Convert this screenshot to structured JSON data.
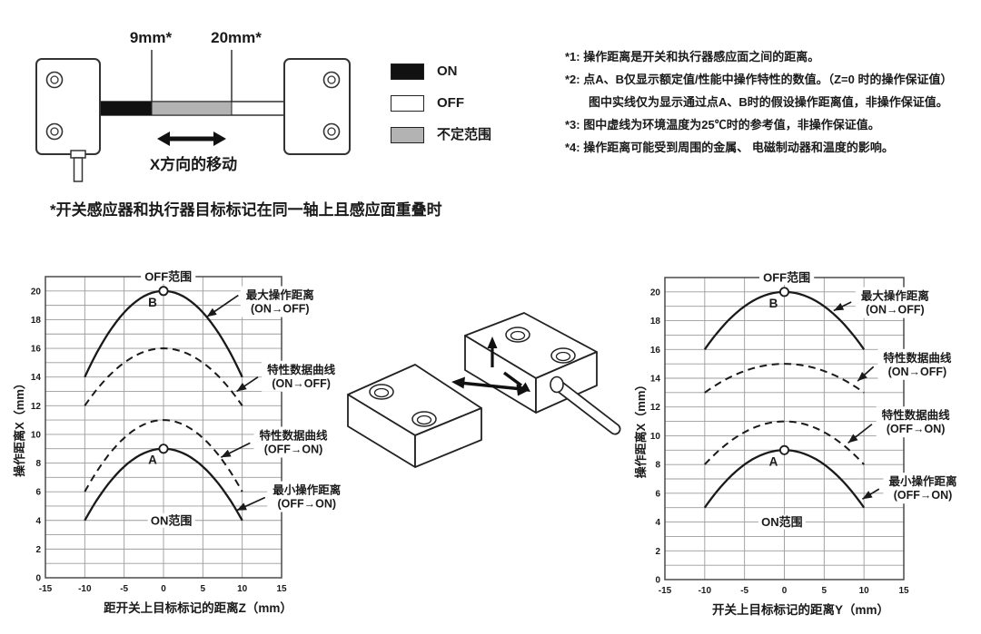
{
  "colors": {
    "ink": "#1a1a1a",
    "grid": "#9b9b9b",
    "plot_border": "#4a4a4a",
    "gray_fill": "#b3b3b3",
    "on_fill": "#111111",
    "off_fill": "#ffffff"
  },
  "top_diagram": {
    "label_9mm": "9mm*",
    "label_20mm": "20mm*",
    "axis_label": "X方向的移动",
    "note": "*开关感应器和执行器目标标记在同一轴上且感应面重叠时"
  },
  "legend": {
    "items": [
      {
        "label": "ON",
        "color": "#111111"
      },
      {
        "label": "OFF",
        "color": "#ffffff"
      },
      {
        "label": "不定范围",
        "color": "#b3b3b3"
      }
    ]
  },
  "footnotes": {
    "lines": [
      {
        "text": "*1: 操作距离是开关和执行器感应面之间的距离。"
      },
      {
        "text": "*2: 点A、B仅显示额定值/性能中操作特性的数值。（Z=0 时的操作保证值）"
      },
      {
        "text": "图中实线仅为显示通过点A、B时的假设操作距离值，非操作保证值。"
      },
      {
        "text": "*3: 图中虚线为环境温度为25℃时的参考值，非操作保证值。"
      },
      {
        "text": "*4: 操作距离可能受到周围的金属、 电磁制动器和温度的影响。"
      }
    ]
  },
  "chart_data": [
    {
      "type": "line",
      "title": "",
      "xlabel": "距开关上目标标记的距离Z（mm）",
      "ylabel": "操作距离X（mm）",
      "xlim": [
        -15,
        15
      ],
      "ylim": [
        0,
        21
      ],
      "xticks": [
        -15,
        -10,
        -5,
        0,
        5,
        10,
        15
      ],
      "yticks": [
        0,
        2,
        4,
        6,
        8,
        10,
        12,
        14,
        16,
        18,
        20
      ],
      "x_grid_step": 5,
      "y_grid_step": 1,
      "grid": true,
      "series": [
        {
          "name": "最大操作距离（ON→OFF）",
          "style": "solid",
          "points": [
            [
              -10,
              14
            ],
            [
              0,
              20
            ],
            [
              10,
              14
            ]
          ]
        },
        {
          "name": "特性数据曲线（ON→OFF）",
          "style": "dashed",
          "points": [
            [
              -10,
              12
            ],
            [
              0,
              16
            ],
            [
              10,
              12
            ]
          ]
        },
        {
          "name": "特性数据曲线（OFF→ON）",
          "style": "dashed",
          "points": [
            [
              -10,
              6
            ],
            [
              0,
              11
            ],
            [
              10,
              6
            ]
          ]
        },
        {
          "name": "最小操作距离（OFF→ON）",
          "style": "solid",
          "points": [
            [
              -10,
              4
            ],
            [
              0,
              9
            ],
            [
              10,
              4
            ]
          ]
        }
      ],
      "markers": [
        {
          "label": "B",
          "x": 0,
          "y": 20
        },
        {
          "label": "A",
          "x": 0,
          "y": 9
        }
      ],
      "region_labels": [
        {
          "text": "OFF范围",
          "x": 0.6,
          "y": 21
        },
        {
          "text": "ON范围",
          "x": 1.0,
          "y": 4
        }
      ],
      "annotations": [
        {
          "lines": [
            "最大操作距离",
            "(ON→OFF)"
          ],
          "x": 14.8,
          "y": 19.7,
          "arrow": [
            [
              9.5,
              19.7
            ],
            [
              5.5,
              18.2
            ]
          ]
        },
        {
          "lines": [
            "特性数据曲线",
            "(ON→OFF)"
          ],
          "x": 17.5,
          "y": 14.5,
          "arrow": [
            [
              12.0,
              14.0
            ],
            [
              9.3,
              13.0
            ]
          ]
        },
        {
          "lines": [
            "特性数据曲线",
            "(OFF→ON)"
          ],
          "x": 16.5,
          "y": 9.9,
          "arrow": [
            [
              11.0,
              9.4
            ],
            [
              7.3,
              8.4
            ]
          ]
        },
        {
          "lines": [
            "最小操作距离",
            "(OFF→ON)"
          ],
          "x": 18.2,
          "y": 6.1,
          "arrow": [
            [
              12.9,
              5.6
            ],
            [
              9.3,
              4.7
            ]
          ]
        }
      ]
    },
    {
      "type": "line",
      "title": "",
      "xlabel": "开关上目标标记的距离Y（mm）",
      "ylabel": "操作距离X（mm）",
      "xlim": [
        -15,
        15
      ],
      "ylim": [
        0,
        21
      ],
      "xticks": [
        -15,
        -10,
        -5,
        0,
        5,
        10,
        15
      ],
      "yticks": [
        0,
        2,
        4,
        6,
        8,
        10,
        12,
        14,
        16,
        18,
        20
      ],
      "x_grid_step": 5,
      "y_grid_step": 1,
      "grid": true,
      "series": [
        {
          "name": "最大操作距离（ON→OFF）",
          "style": "solid",
          "points": [
            [
              -10,
              16
            ],
            [
              0,
              20
            ],
            [
              10,
              16
            ]
          ]
        },
        {
          "name": "特性数据曲线（ON→OFF）",
          "style": "dashed",
          "points": [
            [
              -10,
              13
            ],
            [
              0,
              15
            ],
            [
              10,
              13
            ]
          ]
        },
        {
          "name": "特性数据曲线（OFF→ON）",
          "style": "dashed",
          "points": [
            [
              -10,
              8
            ],
            [
              0,
              11
            ],
            [
              10,
              8
            ]
          ]
        },
        {
          "name": "最小操作距离（OFF→ON）",
          "style": "solid",
          "points": [
            [
              -10,
              5
            ],
            [
              0,
              9
            ],
            [
              10,
              5
            ]
          ]
        }
      ],
      "markers": [
        {
          "label": "B",
          "x": 0,
          "y": 20
        },
        {
          "label": "A",
          "x": 0,
          "y": 9
        }
      ],
      "region_labels": [
        {
          "text": "OFF范围",
          "x": 0.3,
          "y": 21
        },
        {
          "text": "ON范围",
          "x": -0.3,
          "y": 4
        }
      ],
      "annotations": [
        {
          "lines": [
            "最大操作距离",
            "(ON→OFF)"
          ],
          "x": 13.9,
          "y": 19.7,
          "arrow": [
            [
              8.4,
              19.3
            ],
            [
              6.2,
              18.7
            ]
          ]
        },
        {
          "lines": [
            "特性数据曲线",
            "(ON→OFF)"
          ],
          "x": 16.7,
          "y": 15.4,
          "arrow": [
            [
              11.2,
              14.8
            ],
            [
              9.2,
              13.8
            ]
          ]
        },
        {
          "lines": [
            "特性数据曲线",
            "(OFF→ON)"
          ],
          "x": 16.5,
          "y": 11.4,
          "arrow": [
            [
              11.0,
              10.8
            ],
            [
              8.0,
              9.5
            ]
          ]
        },
        {
          "lines": [
            "最小操作距离",
            "(OFF→ON)"
          ],
          "x": 17.4,
          "y": 6.8,
          "arrow": [
            [
              11.9,
              6.3
            ],
            [
              9.8,
              5.6
            ]
          ]
        }
      ]
    }
  ]
}
